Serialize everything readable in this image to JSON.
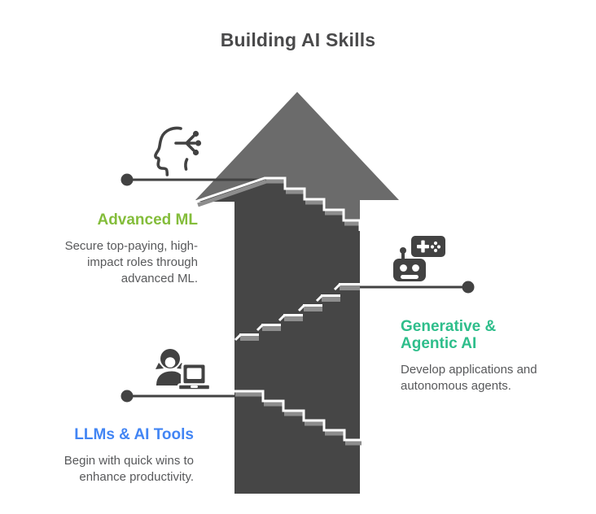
{
  "title": "Building AI Skills",
  "palette": {
    "background": "#ffffff",
    "title_text": "#4a4a4b",
    "arrow_gray": "#6b6b6b",
    "stair_dark": "#464646",
    "stair_tread_gray": "#8d8d8d",
    "stair_highlight": "#ffffff",
    "connector_gray": "#424242",
    "body_text": "#58595b"
  },
  "items": [
    {
      "name": "advanced-ml",
      "icon": "ml-head-icon",
      "heading_lines": [
        "Advanced ML"
      ],
      "heading_color": "#84bd3b",
      "desc_lines": [
        "Secure top-paying, high-",
        "impact roles through",
        "advanced ML."
      ]
    },
    {
      "name": "generative-agentic-ai",
      "icon": "robot-controller-icon",
      "heading_lines": [
        "Generative &",
        "Agentic AI"
      ],
      "heading_color": "#2ebe8b",
      "desc_lines": [
        "Develop applications and",
        "autonomous agents."
      ]
    },
    {
      "name": "llms-ai-tools",
      "icon": "person-laptop-icon",
      "heading_lines": [
        "LLMs & AI Tools"
      ],
      "heading_color": "#4285f4",
      "desc_lines": [
        "Begin with quick wins to",
        "enhance productivity."
      ]
    }
  ]
}
